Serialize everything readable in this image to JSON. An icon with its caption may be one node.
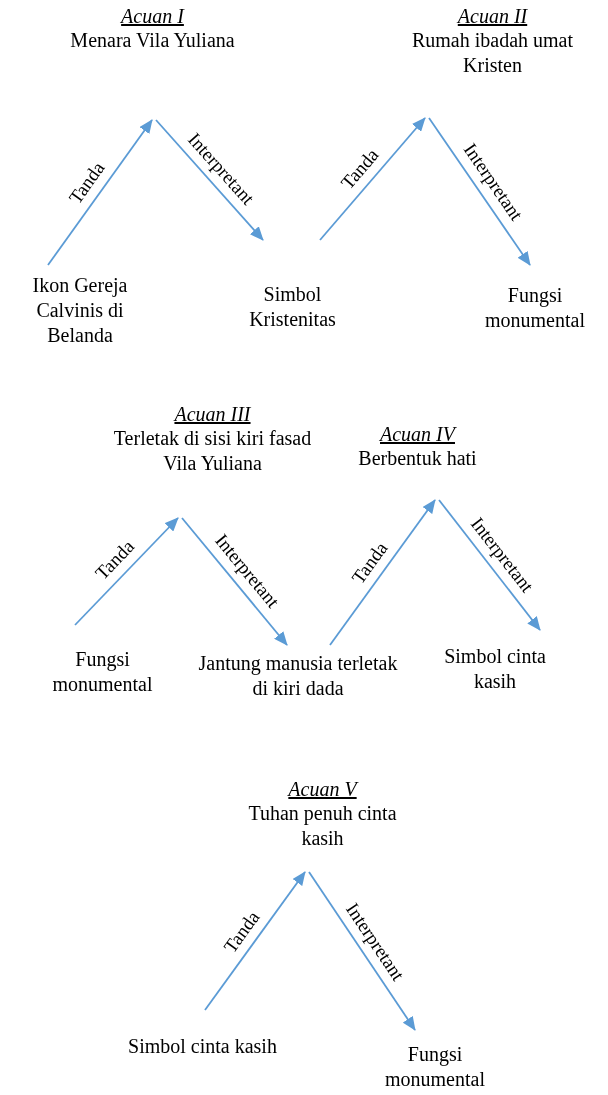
{
  "diagram": {
    "nodes": [
      {
        "text": [
          "Acuan I",
          "Menara Vila Yuliana"
        ]
      },
      {
        "text": [
          "Ikon Gereja Calvinis di Belanda"
        ]
      },
      {
        "text": [
          "Simbol Kristenitas"
        ]
      },
      {
        "text": [
          "Acuan II",
          "Rumah ibadah umat Kristen"
        ]
      },
      {
        "text": [
          "Fungsi monumental"
        ]
      },
      {
        "text": [
          "Acuan III",
          "Terletak di sisi kiri fasad Vila Yuliana"
        ]
      },
      {
        "text": [
          "Fungsi monumental"
        ]
      },
      {
        "text": [
          "Jantung manusia terletak di kiri dada"
        ]
      },
      {
        "text": [
          "Acuan IV",
          "Berbentuk hati"
        ]
      },
      {
        "text": [
          "Simbol cinta kasih"
        ]
      },
      {
        "text": [
          "Acuan V",
          "Tuhan penuh cinta kasih"
        ]
      },
      {
        "text": [
          "Simbol cinta kasih"
        ]
      },
      {
        "text": [
          "Fungsi monumental"
        ]
      }
    ],
    "edges": [
      {
        "from": 1,
        "to": 0,
        "arrow": "to",
        "label": "Tanda"
      },
      {
        "from": 0,
        "to": 2,
        "arrow": "to",
        "label": "Interpretant"
      },
      {
        "from": 2,
        "to": 3,
        "arrow": "to",
        "label": "Tanda"
      },
      {
        "from": 3,
        "to": 4,
        "arrow": "to",
        "label": "Interpretant"
      },
      {
        "from": 6,
        "to": 5,
        "arrow": "to",
        "label": "Tanda"
      },
      {
        "from": 5,
        "to": 7,
        "arrow": "to",
        "label": "Interpretant"
      },
      {
        "from": 7,
        "to": 8,
        "arrow": "to",
        "label": "Tanda"
      },
      {
        "from": 8,
        "to": 9,
        "arrow": "to",
        "label": "Interpretant"
      },
      {
        "from": 11,
        "to": 10,
        "arrow": "to",
        "label": "Tanda"
      },
      {
        "from": 10,
        "to": 12,
        "arrow": "to",
        "label": "Interpretant"
      }
    ]
  }
}
